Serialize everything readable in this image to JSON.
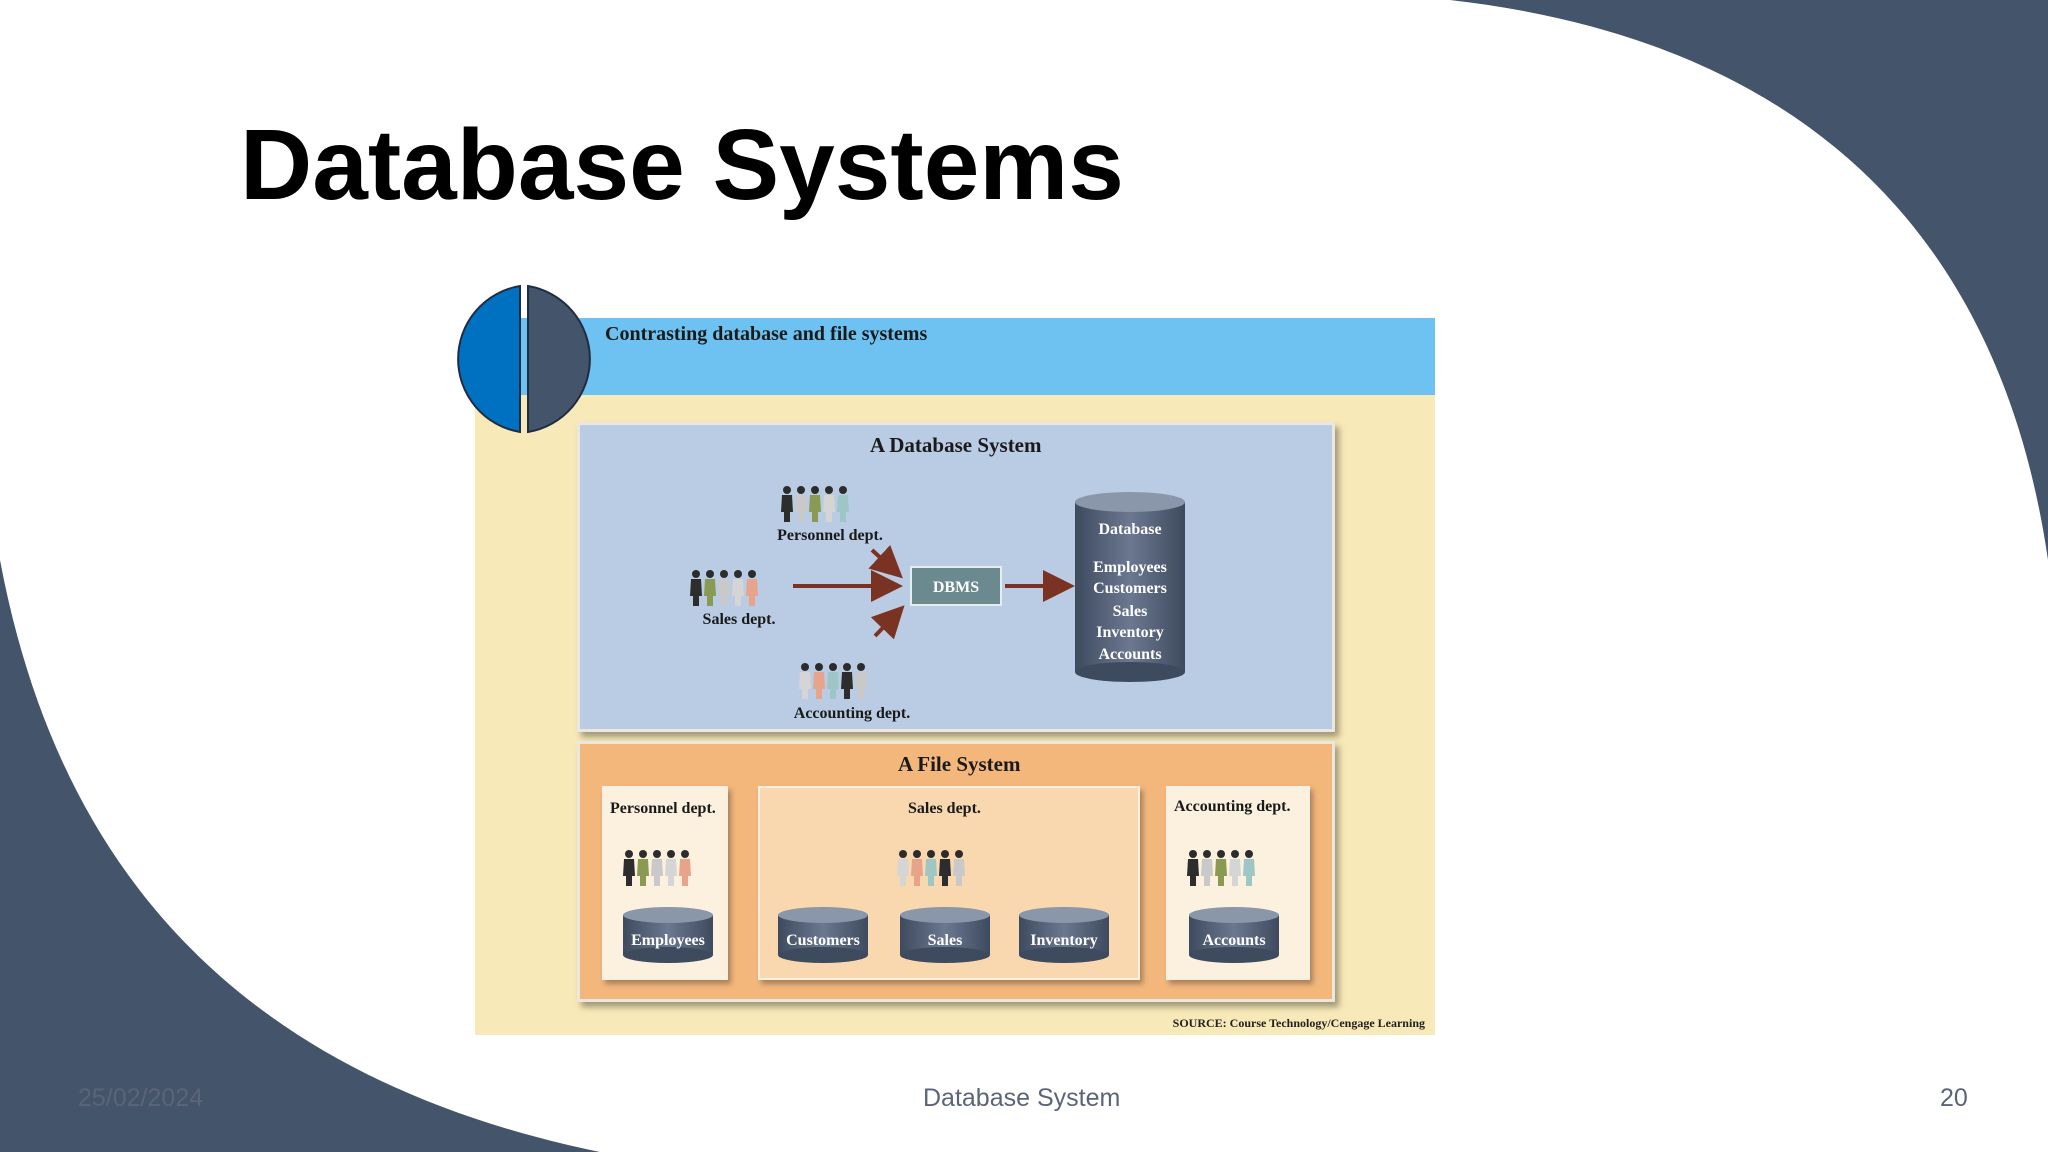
{
  "slide": {
    "title": "Database Systems",
    "footer_date": "25/02/2024",
    "footer_center": "Database System",
    "page_number": "20"
  },
  "colors": {
    "dark_shape": "#44546a",
    "header_blue": "#6ec2f2",
    "db_panel": "#b9cce3",
    "fs_panel": "#f3b77c",
    "figure_bg": "#f8e9b8",
    "pie_left": "#0070c0",
    "pie_right": "#44546a"
  },
  "figure": {
    "caption": "Contrasting database and file systems",
    "db_system": {
      "title": "A Database System",
      "groups": [
        "Personnel dept.",
        "Sales dept.",
        "Accounting dept."
      ],
      "dbms_label": "DBMS",
      "database_title": "Database",
      "database_items": [
        "Employees",
        "Customers",
        "Sales",
        "Inventory",
        "Accounts"
      ]
    },
    "file_system": {
      "title": "A File System",
      "departments": [
        {
          "label": "Personnel dept.",
          "files": [
            "Employees"
          ]
        },
        {
          "label": "Sales dept.",
          "files": [
            "Customers",
            "Sales",
            "Inventory"
          ]
        },
        {
          "label": "Accounting dept.",
          "files": [
            "Accounts"
          ]
        }
      ]
    },
    "source": "SOURCE: Course Technology/Cengage Learning"
  }
}
